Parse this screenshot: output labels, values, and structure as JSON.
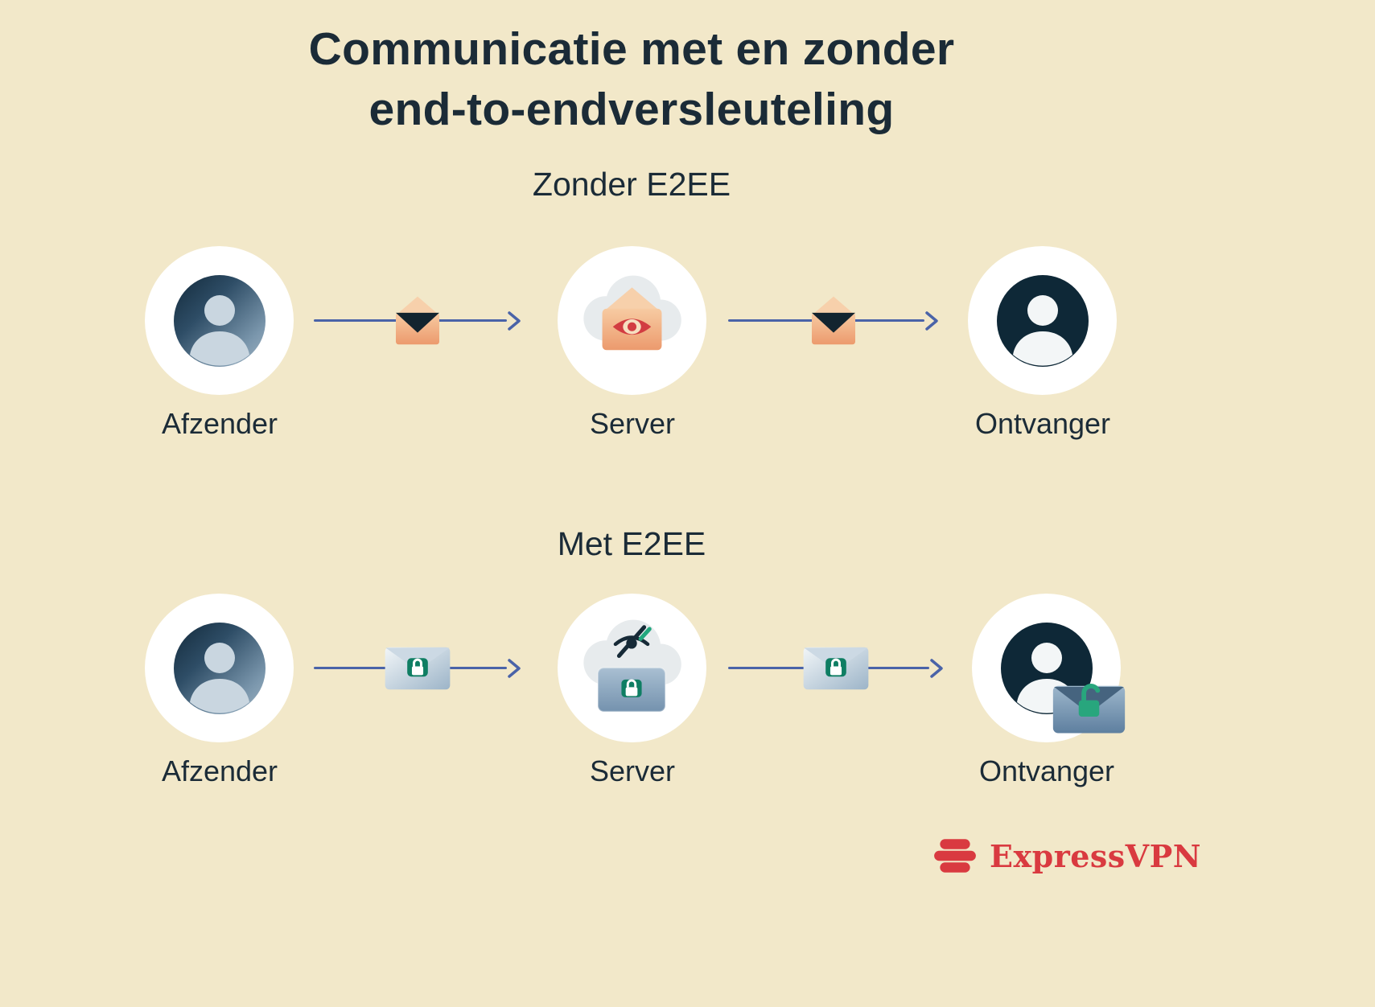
{
  "title": {
    "line1": "Communicatie met en zonder",
    "line2": "end-to-endversleuteling"
  },
  "sections": [
    {
      "heading": "Zonder E2EE",
      "nodes": [
        {
          "label": "Afzender"
        },
        {
          "label": "Server"
        },
        {
          "label": "Ontvanger"
        }
      ]
    },
    {
      "heading": "Met E2EE",
      "nodes": [
        {
          "label": "Afzender"
        },
        {
          "label": "Server"
        },
        {
          "label": "Ontvanger"
        }
      ]
    }
  ],
  "logo": {
    "brand": "ExpressVPN"
  },
  "colors": {
    "background": "#f2e8c9",
    "navy": "#1b2b37",
    "arrow_blue": "#4a63a8",
    "envelope_orange": "#ec9a6d",
    "envelope_peach": "#f7d0ab",
    "eye_red": "#d23c41",
    "lock_green": "#0f7e63",
    "open_lock_green": "#28a67d",
    "steel_blue": "#7d98b4",
    "brand_red": "#d93a40"
  }
}
